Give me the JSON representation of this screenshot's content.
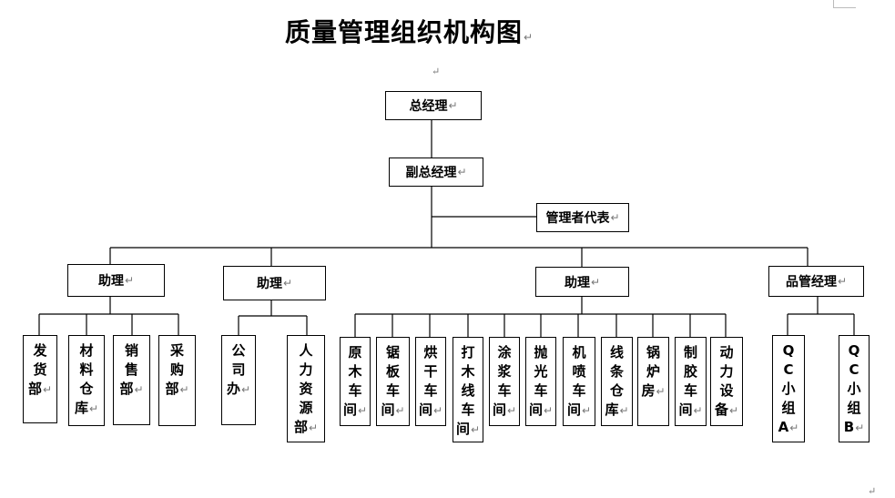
{
  "title": "质量管理组织机构图",
  "nodes": {
    "gm": "总经理",
    "vgm": "副总经理",
    "rep": "管理者代表",
    "asst1": "助理",
    "asst2": "助理",
    "asst3": "助理",
    "qm": "品管经理"
  },
  "departments": [
    "发货部",
    "材料仓库",
    "销售部",
    "采购部",
    "公司办",
    "人力资源部",
    "原木车间",
    "锯板车间",
    "烘干车间",
    "打木线车间",
    "涂浆车间",
    "抛光车间",
    "机喷车间",
    "线条仓库",
    "锅炉房",
    "制胶车间",
    "动力设备",
    "QC小组A",
    "QC小组B"
  ]
}
